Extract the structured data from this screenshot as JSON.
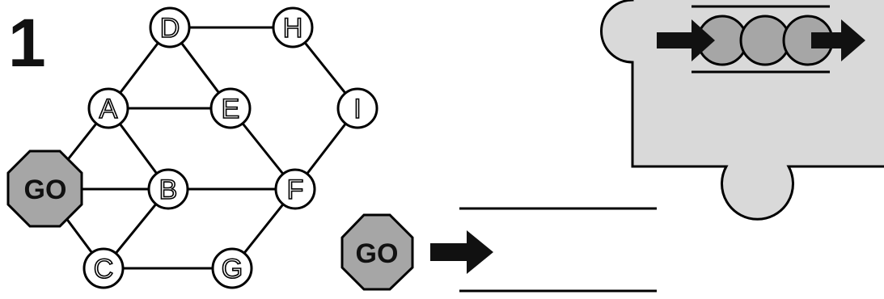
{
  "puzzle_number": "1",
  "graph": {
    "start": "GO",
    "nodes": [
      "D",
      "H",
      "A",
      "E",
      "I",
      "B",
      "F",
      "C",
      "G"
    ],
    "edges": [
      [
        "D",
        "H"
      ],
      [
        "D",
        "A"
      ],
      [
        "D",
        "E"
      ],
      [
        "H",
        "I"
      ],
      [
        "A",
        "E"
      ],
      [
        "A",
        "GO"
      ],
      [
        "A",
        "B"
      ],
      [
        "E",
        "F"
      ],
      [
        "I",
        "F"
      ],
      [
        "GO",
        "B"
      ],
      [
        "GO",
        "C"
      ],
      [
        "B",
        "F"
      ],
      [
        "B",
        "C"
      ],
      [
        "F",
        "G"
      ],
      [
        "C",
        "G"
      ]
    ]
  },
  "answer": {
    "start": "GO"
  },
  "colors": {
    "go_fill": "#a6a6a6",
    "puzzle_piece_fill": "#d9d9d9",
    "bead_fill": "#a6a6a6",
    "stroke": "#000000"
  }
}
